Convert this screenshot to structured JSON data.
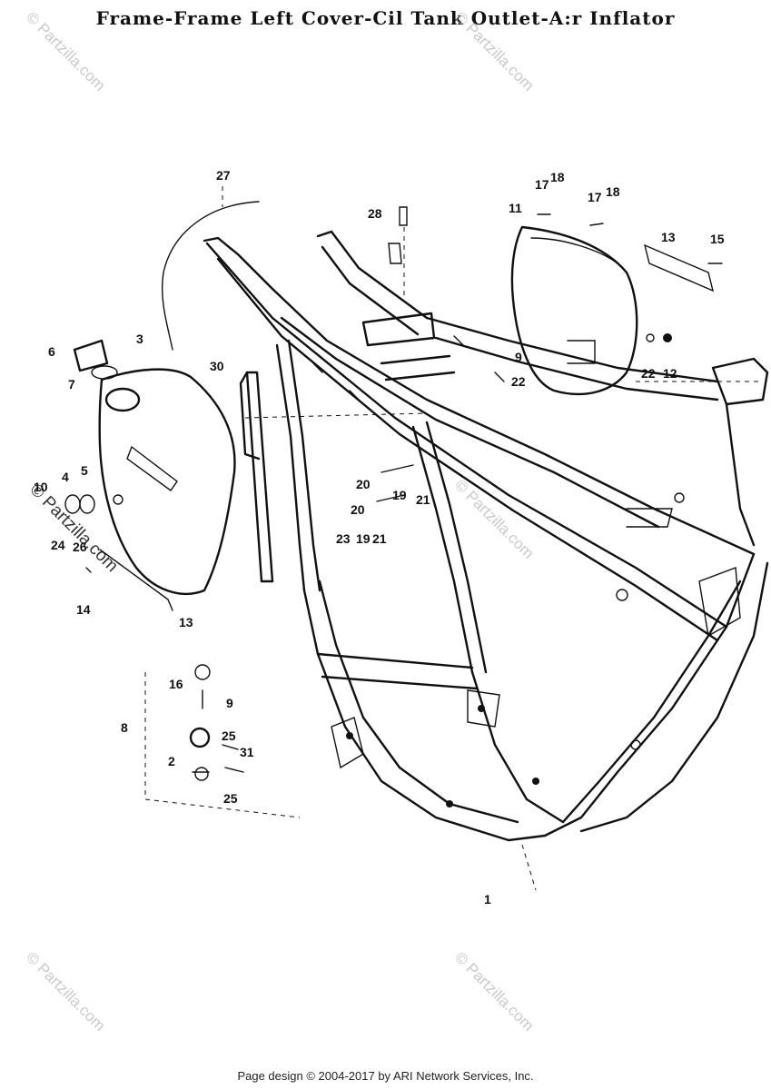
{
  "title": "Frame-Frame Left Cover-Cil Tank Outlet-A:r Inflator",
  "footer": "Page design © 2004-2017 by ARI Network Services, Inc.",
  "watermark": "© Partzilla.com",
  "callouts": [
    {
      "id": "c-27",
      "text": "27"
    },
    {
      "id": "c-28",
      "text": "28"
    },
    {
      "id": "c-17a",
      "text": "17"
    },
    {
      "id": "c-18a",
      "text": "18"
    },
    {
      "id": "c-11",
      "text": "11"
    },
    {
      "id": "c-17b",
      "text": "17"
    },
    {
      "id": "c-18b",
      "text": "18"
    },
    {
      "id": "c-13a",
      "text": "13"
    },
    {
      "id": "c-15",
      "text": "15"
    },
    {
      "id": "c-3",
      "text": "3"
    },
    {
      "id": "c-6",
      "text": "6"
    },
    {
      "id": "c-7",
      "text": "7"
    },
    {
      "id": "c-30",
      "text": "30"
    },
    {
      "id": "c-9a",
      "text": "9"
    },
    {
      "id": "c-22a",
      "text": "22"
    },
    {
      "id": "c-22b",
      "text": "22"
    },
    {
      "id": "c-12",
      "text": "12"
    },
    {
      "id": "c-20a",
      "text": "20"
    },
    {
      "id": "c-20b",
      "text": "20"
    },
    {
      "id": "c-19a",
      "text": "19"
    },
    {
      "id": "c-21a",
      "text": "21"
    },
    {
      "id": "c-23",
      "text": "23"
    },
    {
      "id": "c-19b",
      "text": "19"
    },
    {
      "id": "c-21b",
      "text": "21"
    },
    {
      "id": "c-4",
      "text": "4"
    },
    {
      "id": "c-5",
      "text": "5"
    },
    {
      "id": "c-10",
      "text": "10"
    },
    {
      "id": "c-24",
      "text": "24"
    },
    {
      "id": "c-26",
      "text": "26"
    },
    {
      "id": "c-14",
      "text": "14"
    },
    {
      "id": "c-13b",
      "text": "13"
    },
    {
      "id": "c-16",
      "text": "16"
    },
    {
      "id": "c-9b",
      "text": "9"
    },
    {
      "id": "c-8",
      "text": "8"
    },
    {
      "id": "c-25a",
      "text": "25"
    },
    {
      "id": "c-31",
      "text": "31"
    },
    {
      "id": "c-2",
      "text": "2"
    },
    {
      "id": "c-25b",
      "text": "25"
    },
    {
      "id": "c-1",
      "text": "1"
    }
  ]
}
